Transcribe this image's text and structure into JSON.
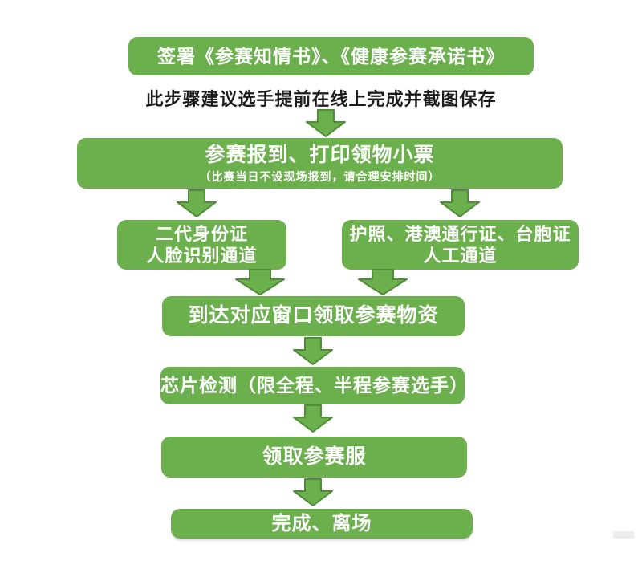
{
  "colors": {
    "box_green": "#6cb04e",
    "arrow_fill": "#6cb04e",
    "arrow_stroke": "#4e8c38",
    "box_text": "#ffffff",
    "note_text": "#1c1c1c"
  },
  "flowchart": {
    "sign_step": {
      "label": "签署《参赛知情书》、《健康参赛承诺书》"
    },
    "online_note": "此步骤建议选手提前在线上完成并截图保存",
    "checkin_step": {
      "label": "参赛报到、打印领物小票",
      "sublabel": "（比赛当日不设现场报到，请合理安排时间）"
    },
    "channel_id_face": {
      "line1": "二代身份证",
      "line2": "人脸识别通道"
    },
    "channel_manual": {
      "line1": "护照、港澳通行证、台胞证",
      "line2": "人工通道"
    },
    "pickup_step": {
      "label": "到达对应窗口领取参赛物资"
    },
    "chip_step": {
      "label": "芯片检测（限全程、半程参赛选手）"
    },
    "shirt_step": {
      "label": "领取参赛服"
    },
    "finish_step": {
      "label": "完成、离场"
    }
  }
}
